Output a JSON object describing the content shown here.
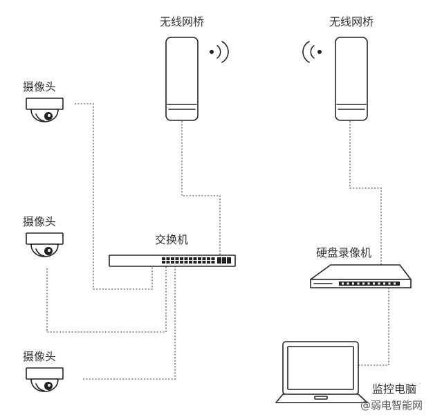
{
  "bridges": [
    {
      "label": "无线网桥",
      "icon": "wireless-bridge-icon",
      "signal": "wifi-signal-right-icon"
    },
    {
      "label": "无线网桥",
      "icon": "wireless-bridge-icon",
      "signal": "wifi-signal-left-icon"
    }
  ],
  "cameras": [
    {
      "label": "摄像头",
      "icon": "dome-camera-icon"
    },
    {
      "label": "摄像头",
      "icon": "dome-camera-icon"
    },
    {
      "label": "摄像头",
      "icon": "dome-camera-icon"
    }
  ],
  "switch": {
    "label": "交换机",
    "icon": "network-switch-icon"
  },
  "nvr": {
    "label": "硬盘录像机",
    "icon": "nvr-recorder-icon"
  },
  "monitor": {
    "label": "监控电脑",
    "icon": "laptop-icon"
  },
  "watermark": "@弱电智能网",
  "colors": {
    "line": "#777777",
    "ink": "#222222",
    "text": "#333333"
  }
}
